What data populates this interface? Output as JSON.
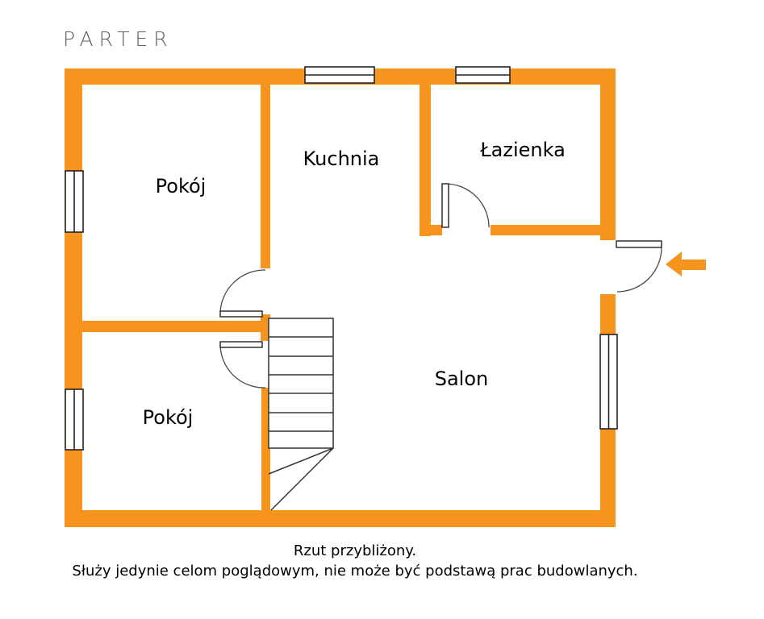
{
  "title": "PARTER",
  "colors": {
    "wall": "#F7941D",
    "line": "#222222",
    "text": "#000000",
    "title": "#5f5f5f"
  },
  "rooms": [
    {
      "id": "pokoj-top",
      "label": "Pokój"
    },
    {
      "id": "kuchnia",
      "label": "Kuchnia"
    },
    {
      "id": "lazienka",
      "label": "Łazienka"
    },
    {
      "id": "pokoj-bottom",
      "label": "Pokój"
    },
    {
      "id": "salon",
      "label": "Salon"
    }
  ],
  "icons": {
    "entrance_arrow": "left-arrow"
  },
  "caption": {
    "line1": "Rzut przybliżony.",
    "line2": "Służy jedynie celom poglądowym, nie może być podstawą prac budowlanych."
  }
}
